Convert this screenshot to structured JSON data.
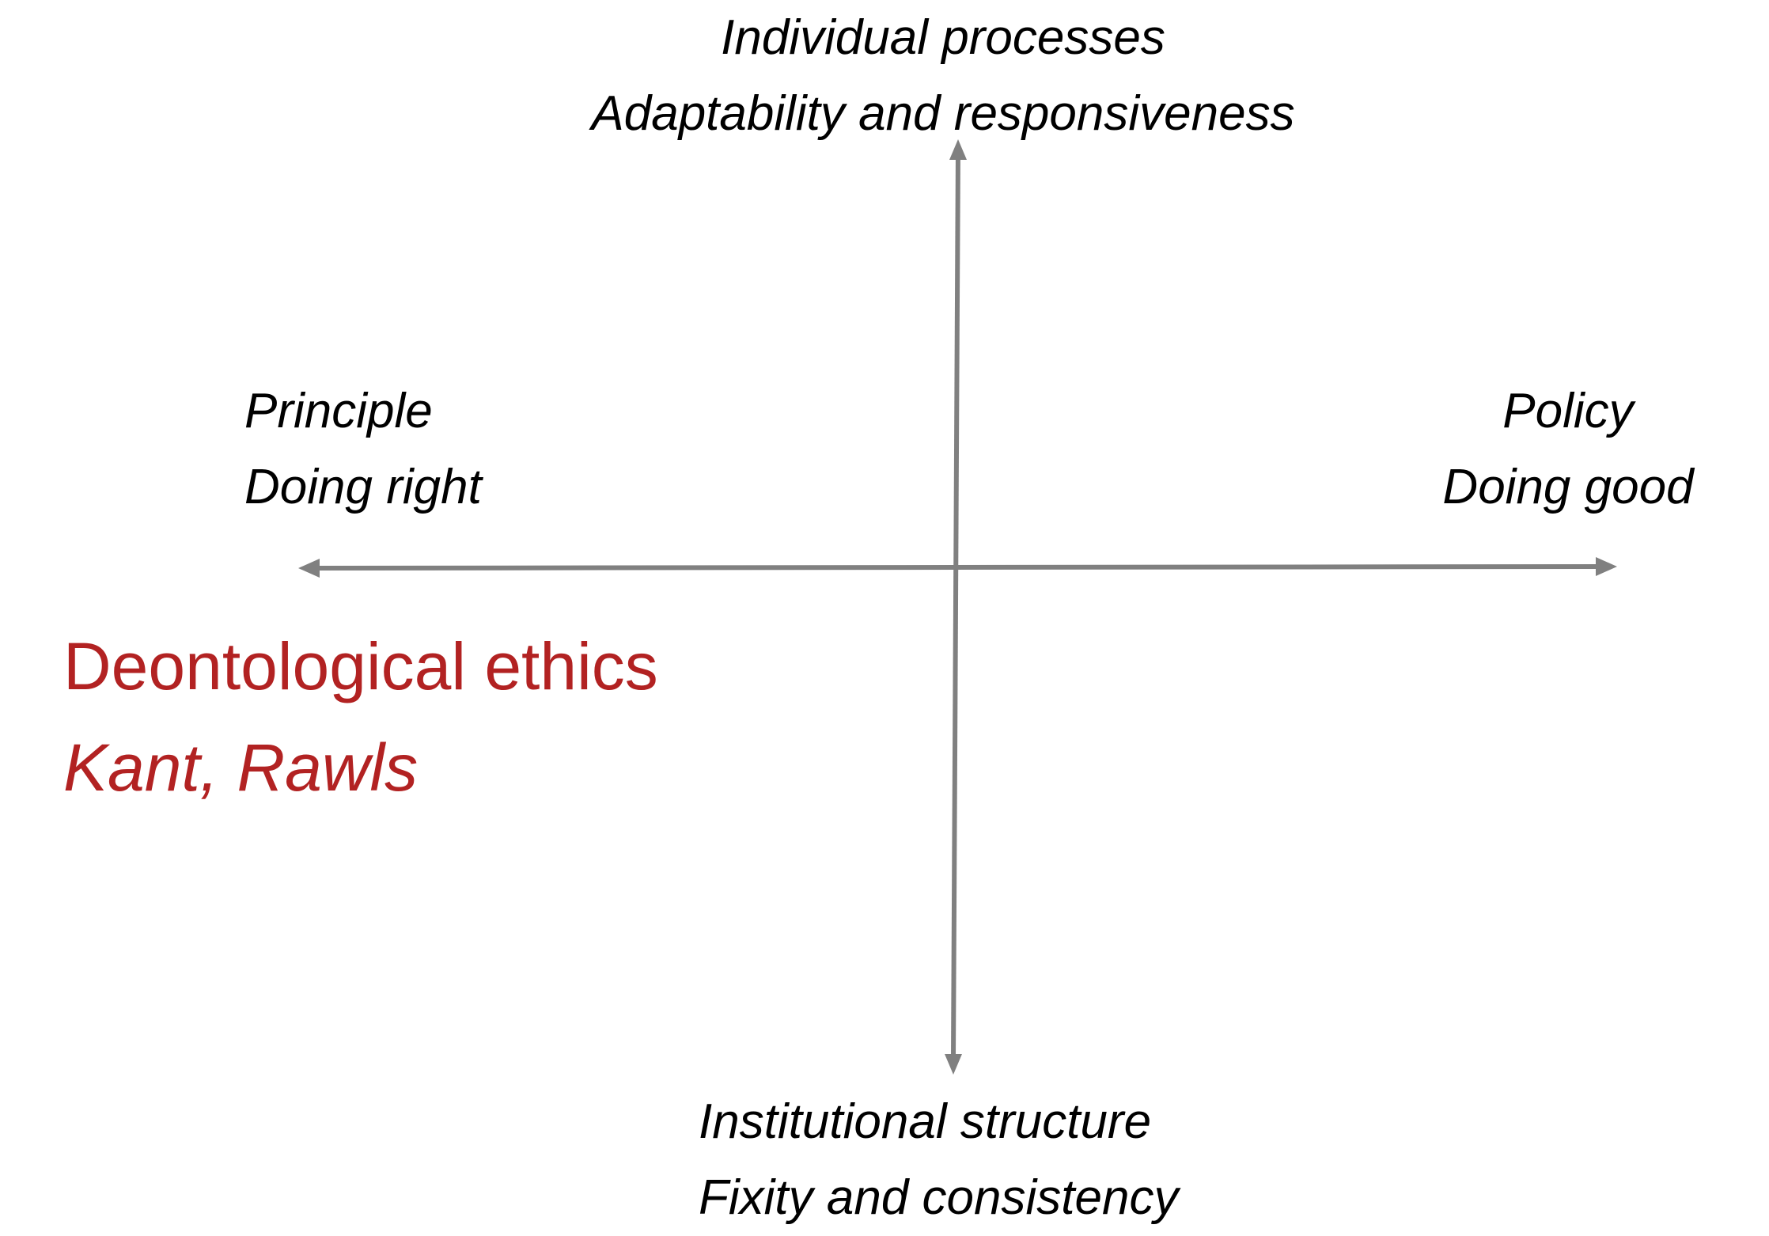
{
  "colors": {
    "axis": "#808080",
    "text": "#000000",
    "highlight": "#B22222",
    "background": "#FFFFFF"
  },
  "axes": {
    "top": {
      "line1": "Individual processes",
      "line2": "Adaptability and responsiveness"
    },
    "bottom": {
      "line1": "Institutional structure",
      "line2": "Fixity and consistency"
    },
    "left": {
      "line1": "Principle",
      "line2": "Doing right"
    },
    "right": {
      "line1": "Policy",
      "line2": "Doing good"
    }
  },
  "highlight": {
    "title": "Deontological ethics",
    "names": "Kant, Rawls"
  }
}
